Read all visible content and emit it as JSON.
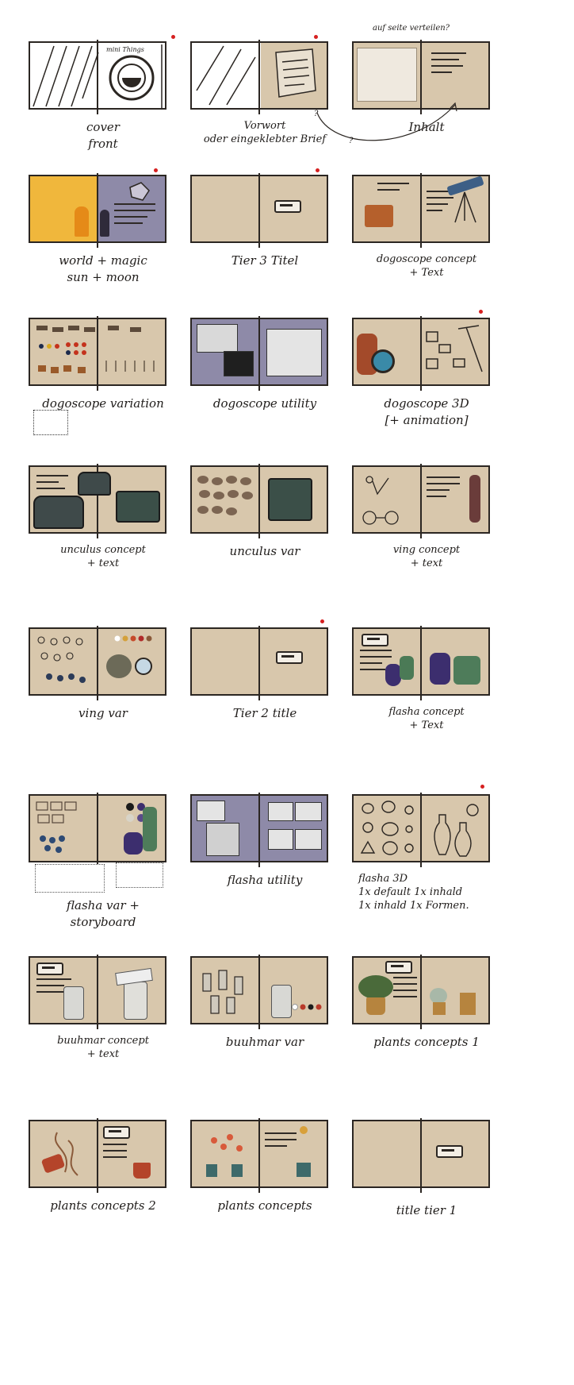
{
  "storyboard": {
    "header_note": "auf seite verteilen?",
    "arrow_note_left": "?",
    "arrow_note_bottom": "?",
    "accent": "#d62020",
    "page_color": "#d8c7ac",
    "night_color": "#8e8aa8",
    "sun_color": "#f0b73c",
    "panels": [
      {
        "caption": "cover\nfront",
        "has_marker": true
      },
      {
        "caption": "Vorwort\noder eingeklebter Brief",
        "has_marker": true
      },
      {
        "caption": "Inhalt",
        "has_marker": false
      },
      {
        "caption": "world + magic\nsun + moon",
        "has_marker": true
      },
      {
        "caption": "Tier 3 Titel",
        "has_marker": true
      },
      {
        "caption": "dogoscope concept\n+ Text",
        "has_marker": false
      },
      {
        "caption": "dogoscope variation",
        "has_marker": false
      },
      {
        "caption": "dogoscope utility",
        "has_marker": false
      },
      {
        "caption": "dogoscope 3D\n[+ animation]",
        "has_marker": true
      },
      {
        "caption": "unculus concept\n+ text",
        "has_marker": false
      },
      {
        "caption": "unculus var",
        "has_marker": false
      },
      {
        "caption": "ving concept\n+ text",
        "has_marker": false
      },
      {
        "caption": "ving var",
        "has_marker": false
      },
      {
        "caption": "Tier 2 title",
        "has_marker": true
      },
      {
        "caption": "flasha concept\n+ Text",
        "has_marker": false
      },
      {
        "caption": "flasha var +\nstoryboard",
        "has_marker": false
      },
      {
        "caption": "flasha utility",
        "has_marker": false
      },
      {
        "caption": "flasha 3D\n1x default  1x inhald\n1x inhald  1x Formen.",
        "has_marker": true
      },
      {
        "caption": "buuhmar concept\n+ text",
        "has_marker": false
      },
      {
        "caption": "buuhmar var",
        "has_marker": false
      },
      {
        "caption": "plants concepts 1",
        "has_marker": false
      },
      {
        "caption": "plants concepts 2",
        "has_marker": false
      },
      {
        "caption": "plants concepts",
        "has_marker": false
      },
      {
        "caption": "title tier 1",
        "has_marker": false
      }
    ],
    "cover_text": "mini Things"
  }
}
